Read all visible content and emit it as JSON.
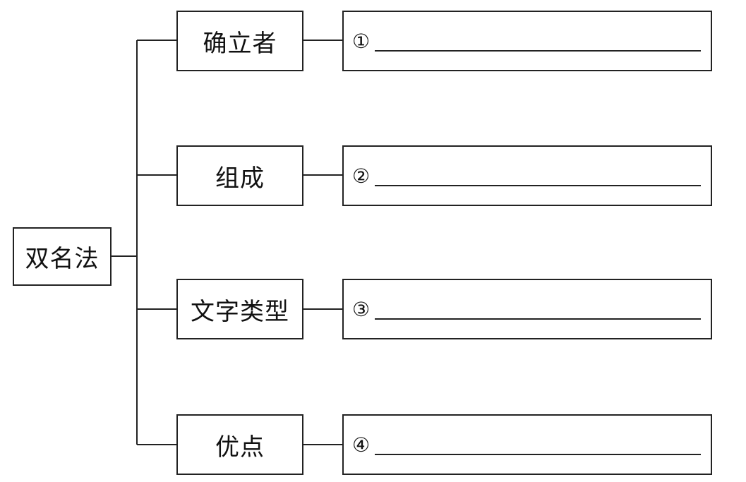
{
  "root": {
    "label": "双名法"
  },
  "branches": [
    {
      "label": "确立者",
      "answer_number": "①",
      "answer_value": ""
    },
    {
      "label": "组成",
      "answer_number": "②",
      "answer_value": ""
    },
    {
      "label": "文字类型",
      "answer_number": "③",
      "answer_value": ""
    },
    {
      "label": "优点",
      "answer_number": "④",
      "answer_value": ""
    }
  ]
}
